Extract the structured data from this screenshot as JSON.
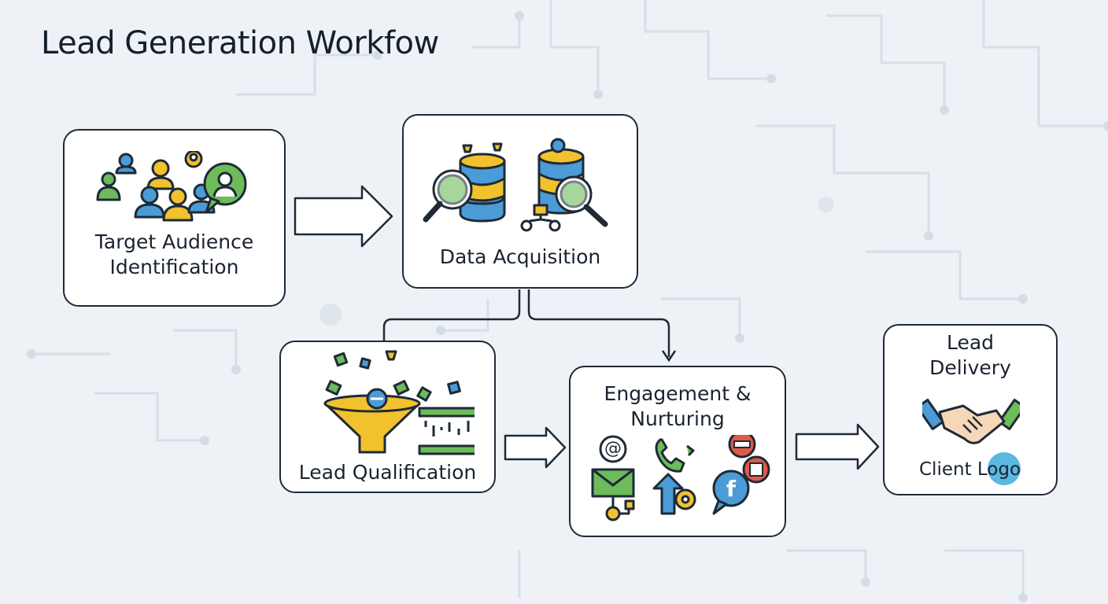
{
  "title": "Lead Generation Workfow",
  "steps": {
    "target": {
      "line1": "Target Audience",
      "line2": "Identification"
    },
    "data": {
      "label": "Data Acquisition"
    },
    "qualification": {
      "label": "Lead Qualification"
    },
    "engagement": {
      "line1": "Engagement &",
      "line2": "Nurturing"
    },
    "delivery": {
      "line1": "Lead",
      "line2": "Delivery",
      "client_logo": "Client Logo"
    }
  },
  "icons": {
    "email": "@",
    "facebook": "f"
  },
  "colors": {
    "outline": "#1f2a36",
    "green": "#6dbb5a",
    "yellow": "#f2c12e",
    "blue": "#4b9bd6",
    "red": "#e05a4a",
    "background": "#eef2f6"
  }
}
